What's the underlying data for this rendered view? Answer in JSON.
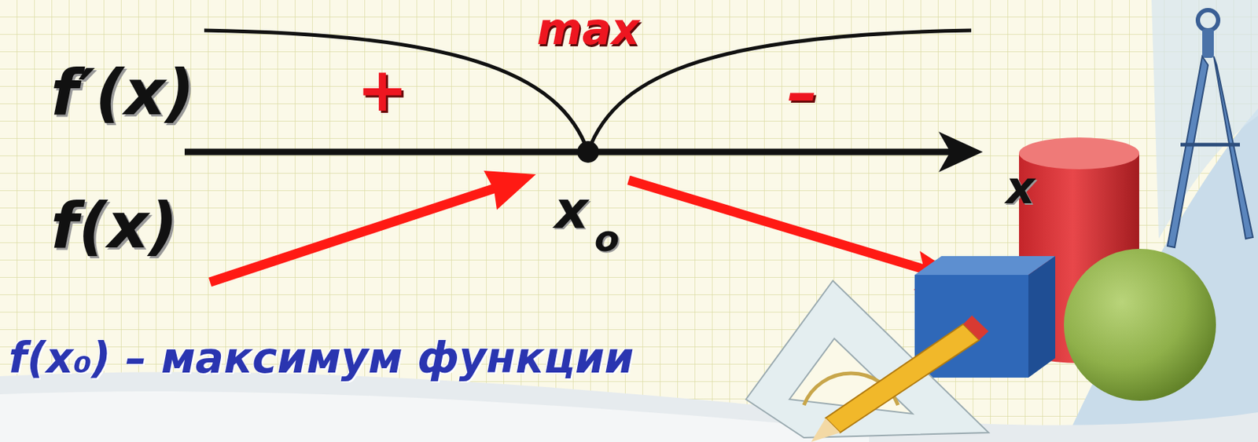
{
  "diagram": {
    "labels": [
      "max",
      "f′(x)",
      "+",
      "–",
      "x",
      "x",
      "o",
      "f(x)",
      "f(x₀) – максимум функции"
    ]
  }
}
